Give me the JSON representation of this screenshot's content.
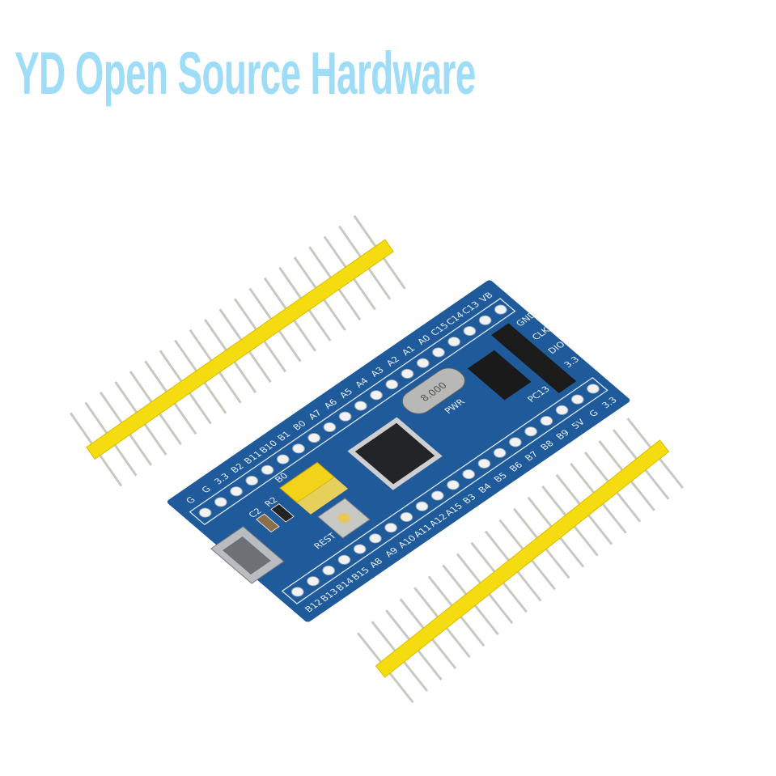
{
  "watermark": {
    "text": "YD Open Source Hardware"
  },
  "board": {
    "top_row_labels": [
      "G",
      "G",
      "3.3",
      "B2",
      "B11",
      "B10",
      "B1",
      "B0",
      "A7",
      "A6",
      "A5",
      "A4",
      "A3",
      "A2",
      "A1",
      "A0",
      "C15",
      "C14",
      "C13",
      "VB"
    ],
    "bottom_row_labels": [
      "B12",
      "B13",
      "B14",
      "B15",
      "A8",
      "A9",
      "A10",
      "A11",
      "A12",
      "A15",
      "B3",
      "B4",
      "B5",
      "B6",
      "B7",
      "B8",
      "B9",
      "5V",
      "G",
      "3.3"
    ],
    "reset_label": "REST",
    "boot_label": "B0",
    "r2_label": "R2",
    "c2_label": "C2",
    "led_label": "PC13",
    "pwr_label": "PWR",
    "swd_labels": [
      "GND",
      "CLK",
      "DIO",
      "3.3"
    ],
    "crystal_marking": "8.000",
    "colors": {
      "pcb": "#1f5a9a",
      "header": "#f5dc10",
      "pins": "#c9c9c2"
    }
  }
}
